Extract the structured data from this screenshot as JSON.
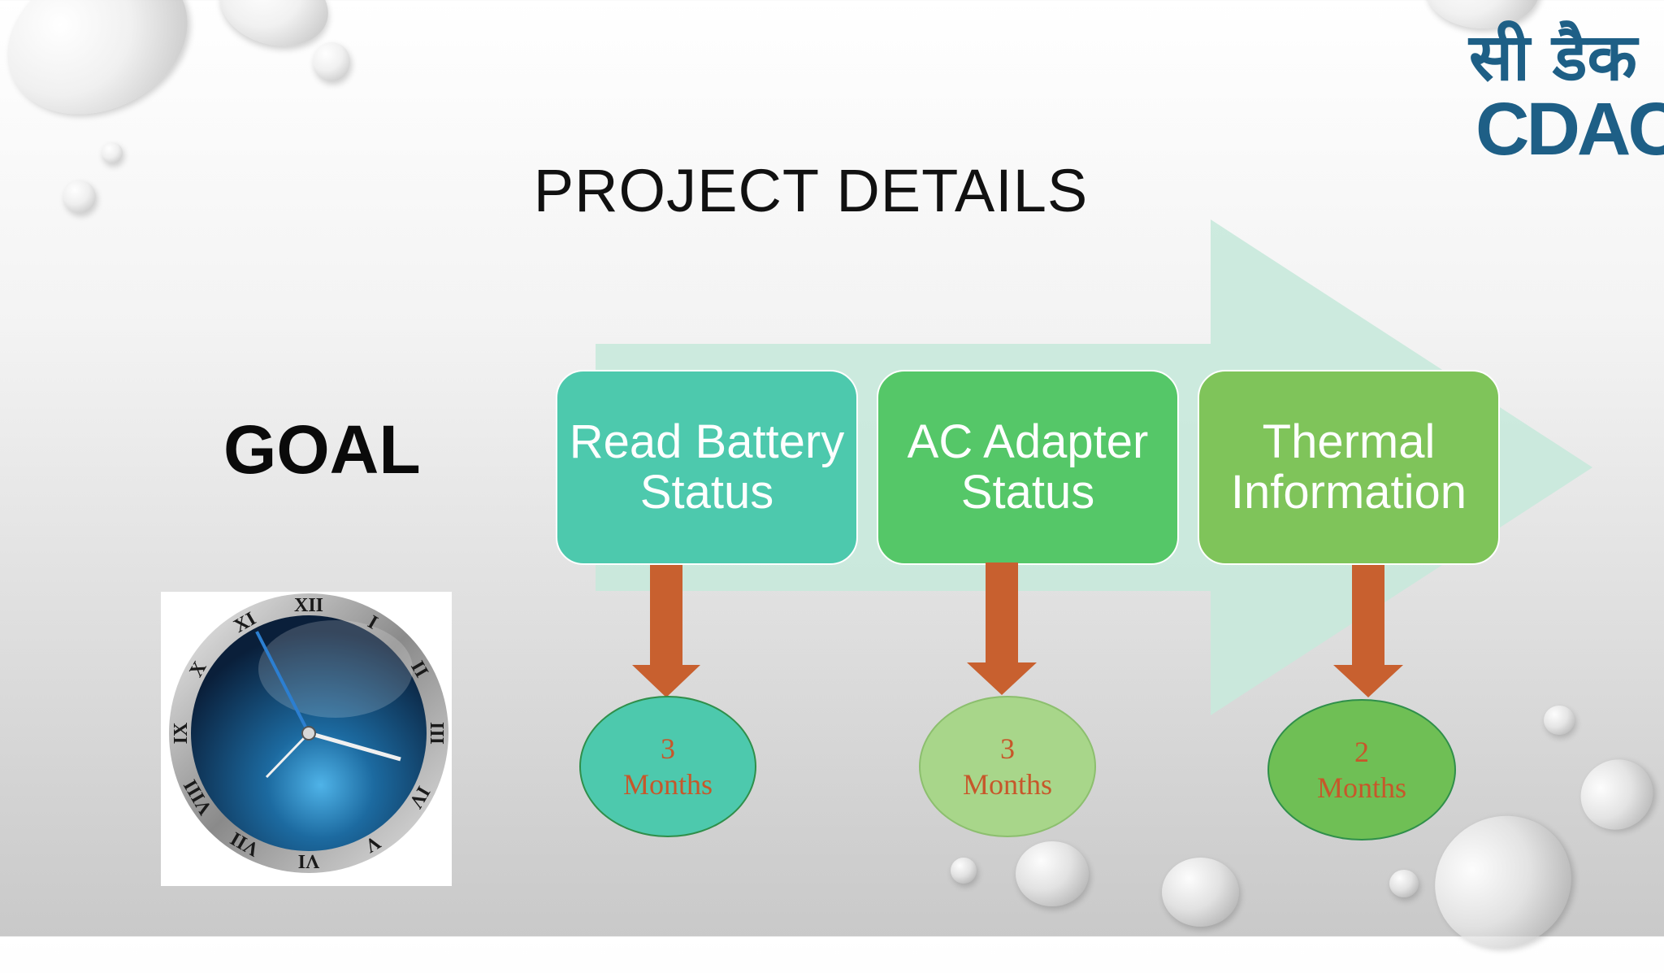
{
  "title": "PROJECT DETAILS",
  "goal_label": "GOAL",
  "logo": {
    "hindi_text": "सी डैक",
    "brand_text": "CDAC",
    "color": "#1e5f86"
  },
  "steps": [
    {
      "label": "Read Battery Status",
      "duration_value": "3",
      "duration_unit": "Months",
      "box_color": "#4dc9ad",
      "ellipse_color": "#4dc9ad"
    },
    {
      "label": "AC Adapter Status",
      "duration_value": "3",
      "duration_unit": "Months",
      "box_color": "#55c768",
      "ellipse_color": "#a8d68a"
    },
    {
      "label": "Thermal Information",
      "duration_value": "2",
      "duration_unit": "Months",
      "box_color": "#7fc45a",
      "ellipse_color": "#6fbf55"
    }
  ],
  "colors": {
    "down_arrow": "#c8602f",
    "big_arrow": "#c8e9dc"
  },
  "clock": {
    "numerals": [
      "XII",
      "I",
      "II",
      "III",
      "IV",
      "V",
      "VI",
      "VII",
      "VIII",
      "IX",
      "X",
      "XI"
    ]
  }
}
